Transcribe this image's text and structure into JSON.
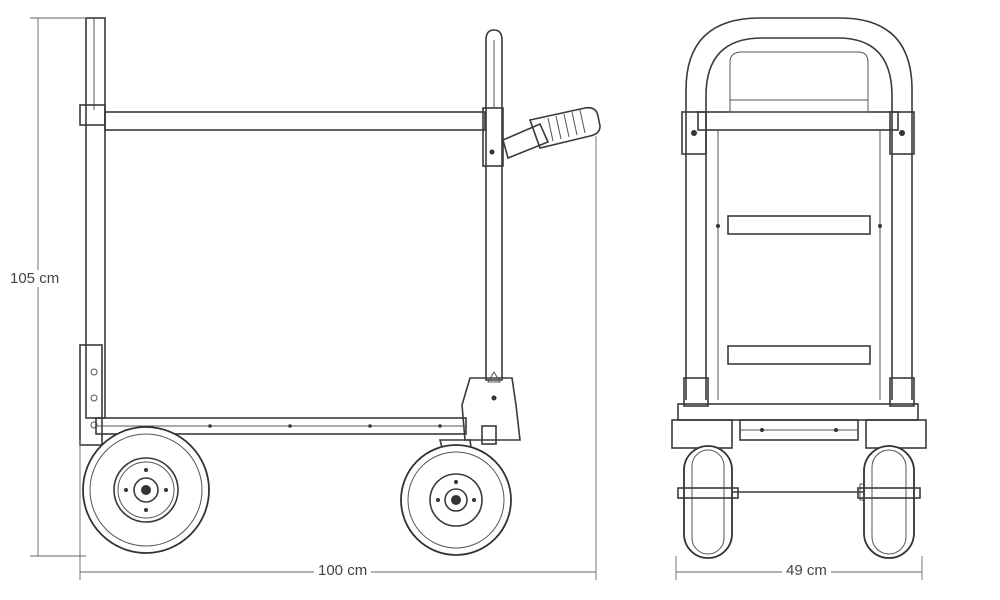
{
  "dimensions": {
    "height_label": "105 cm",
    "length_label": "100 cm",
    "width_label": "49 cm"
  }
}
